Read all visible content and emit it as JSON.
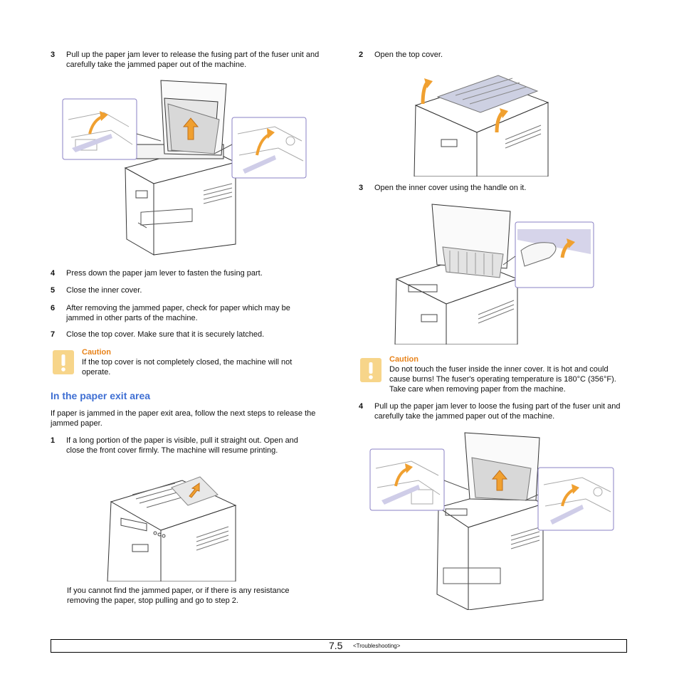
{
  "left_column": {
    "step3": {
      "num": "3",
      "text": "Pull up the paper jam lever to release the fusing part of the fuser unit and carefully take the jammed paper out of the machine."
    },
    "step4": {
      "num": "4",
      "text": "Press down the paper jam lever to fasten the fusing part."
    },
    "step5": {
      "num": "5",
      "text": "Close the inner cover."
    },
    "step6": {
      "num": "6",
      "text": "After removing the jammed paper, check for paper which may be jammed in other parts of the machine."
    },
    "step7": {
      "num": "7",
      "text": "Close the top cover. Make sure that it is securely latched."
    },
    "caution": {
      "title": "Caution",
      "text": "If the top cover is not completely closed, the machine will not operate."
    },
    "section_heading": "In the paper exit area",
    "intro": "If paper is jammed in the paper exit area, follow the next steps to release the jammed paper.",
    "step1": {
      "num": "1",
      "text": "If a long portion of the paper is visible, pull it straight out. Open and close the front cover firmly. The machine will resume printing."
    },
    "after_note": "If you cannot find the jammed paper, or if there is any resistance removing the paper, stop pulling and go to step 2."
  },
  "right_column": {
    "step2": {
      "num": "2",
      "text": "Open the top cover."
    },
    "step3": {
      "num": "3",
      "text": "Open the inner cover using the handle on it."
    },
    "caution": {
      "title": "Caution",
      "text": "Do not touch the fuser inside the inner cover. It is hot and could cause burns! The fuser's operating temperature is 180°C (356°F). Take care when removing paper from the machine."
    },
    "step4": {
      "num": "4",
      "text": "Pull up the paper jam lever to loose the fusing part of the fuser unit and carefully take the jammed paper out of the machine."
    }
  },
  "footer": {
    "page": "7",
    "page_sub": ".5",
    "section": "<Troubleshooting>"
  },
  "colors": {
    "accent_orange": "#e8831a",
    "heading_blue": "#3f6fd3",
    "callout_border": "#8a80c4"
  }
}
